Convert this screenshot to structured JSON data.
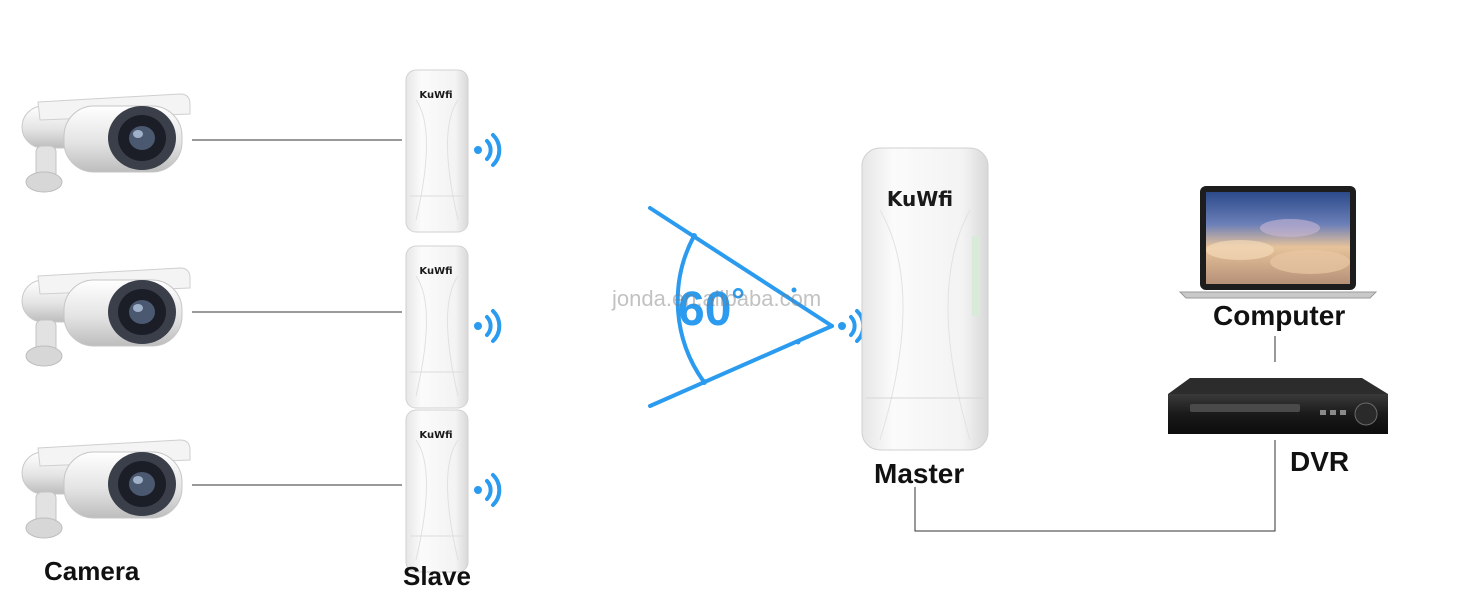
{
  "labels": {
    "camera": "Camera",
    "slave": "Slave",
    "master": "Master",
    "computer": "Computer",
    "dvr": "DVR"
  },
  "angle": {
    "value": "60",
    "degree": "°"
  },
  "brand": "KuWfi",
  "watermark": "jonda.en.alibaba.com",
  "colors": {
    "accent": "#2b9bf0",
    "line": "#333333",
    "device_body": "#f2f2f2",
    "text": "#111111"
  },
  "icons": {
    "camera": "bullet-camera-icon",
    "bridge": "wireless-bridge-icon",
    "signal": "wifi-signal-icon",
    "laptop": "laptop-icon",
    "dvr": "dvr-recorder-icon"
  }
}
